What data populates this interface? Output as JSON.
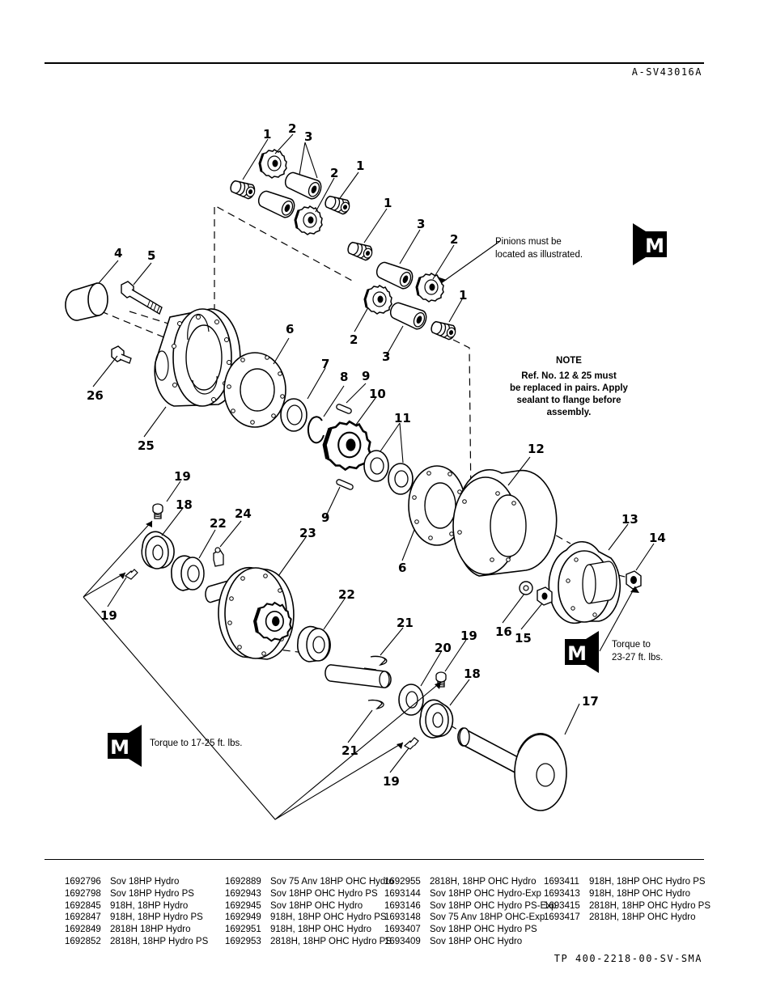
{
  "header": {
    "figure_code": "A-SV43016A"
  },
  "footer": {
    "doc_code": "TP 400-2218-00-SV-SMA"
  },
  "callouts": {
    "pinions": [
      "Pinions must be",
      "located as illustrated."
    ],
    "note_title": "NOTE",
    "note_lines": [
      "Ref. No. 12 & 25 must",
      "be replaced in pairs. Apply",
      "sealant to flange before",
      "assembly."
    ],
    "torque_14": [
      "Torque to",
      "23-27 ft. lbs."
    ],
    "torque_19": "Torque to 17-25 ft. lbs.",
    "m_symbol": "M"
  },
  "parts": {
    "p1a": "1",
    "p2a": "2",
    "p3a": "3",
    "p2b": "2",
    "p1b": "1",
    "p1c": "1",
    "p3b": "3",
    "p2c": "2",
    "p1d": "1",
    "p2d": "2",
    "p3c": "3",
    "p4": "4",
    "p5": "5",
    "p6a": "6",
    "p7": "7",
    "p8": "8",
    "p9a": "9",
    "p10": "10",
    "p11": "11",
    "p12": "12",
    "p13": "13",
    "p14": "14",
    "p15": "15",
    "p16": "16",
    "p17": "17",
    "p18a": "18",
    "p18b": "18",
    "p19a": "19",
    "p19b": "19",
    "p19c": "19",
    "p19d": "19",
    "p20": "20",
    "p21a": "21",
    "p21b": "21",
    "p22a": "22",
    "p22b": "22",
    "p23": "23",
    "p24": "24",
    "p25": "25",
    "p26": "26",
    "p9b": "9",
    "p6b": "6"
  },
  "models": [
    [
      [
        "1692796",
        "Sov 18HP Hydro"
      ],
      [
        "1692798",
        "Sov 18HP Hydro PS"
      ],
      [
        "1692845",
        "918H, 18HP Hydro"
      ],
      [
        "1692847",
        "918H, 18HP Hydro PS"
      ],
      [
        "1692849",
        "2818H 18HP Hydro"
      ],
      [
        "1692852",
        "2818H, 18HP Hydro PS"
      ]
    ],
    [
      [
        "1692889",
        "Sov 75 Anv 18HP OHC Hydro"
      ],
      [
        "1692943",
        "Sov 18HP OHC Hydro PS"
      ],
      [
        "1692945",
        "Sov 18HP OHC Hydro"
      ],
      [
        "1692949",
        "918H, 18HP OHC Hydro PS"
      ],
      [
        "1692951",
        "918H, 18HP OHC Hydro"
      ],
      [
        "1692953",
        "2818H, 18HP OHC Hydro PS"
      ]
    ],
    [
      [
        "1692955",
        "2818H, 18HP OHC Hydro"
      ],
      [
        "1693144",
        "Sov 18HP OHC Hydro-Exp"
      ],
      [
        "1693146",
        "Sov 18HP OHC Hydro PS-Exp"
      ],
      [
        "1693148",
        "Sov 75 Anv 18HP OHC-Exp"
      ],
      [
        "1693407",
        "Sov 18HP OHC Hydro PS"
      ],
      [
        "1693409",
        "Sov 18HP OHC Hydro"
      ]
    ],
    [
      [
        "1693411",
        "918H, 18HP OHC Hydro PS"
      ],
      [
        "1693413",
        "918H, 18HP OHC Hydro"
      ],
      [
        "1693415",
        "2818H, 18HP OHC Hydro PS"
      ],
      [
        "1693417",
        "2818H, 18HP OHC Hydro"
      ]
    ]
  ]
}
